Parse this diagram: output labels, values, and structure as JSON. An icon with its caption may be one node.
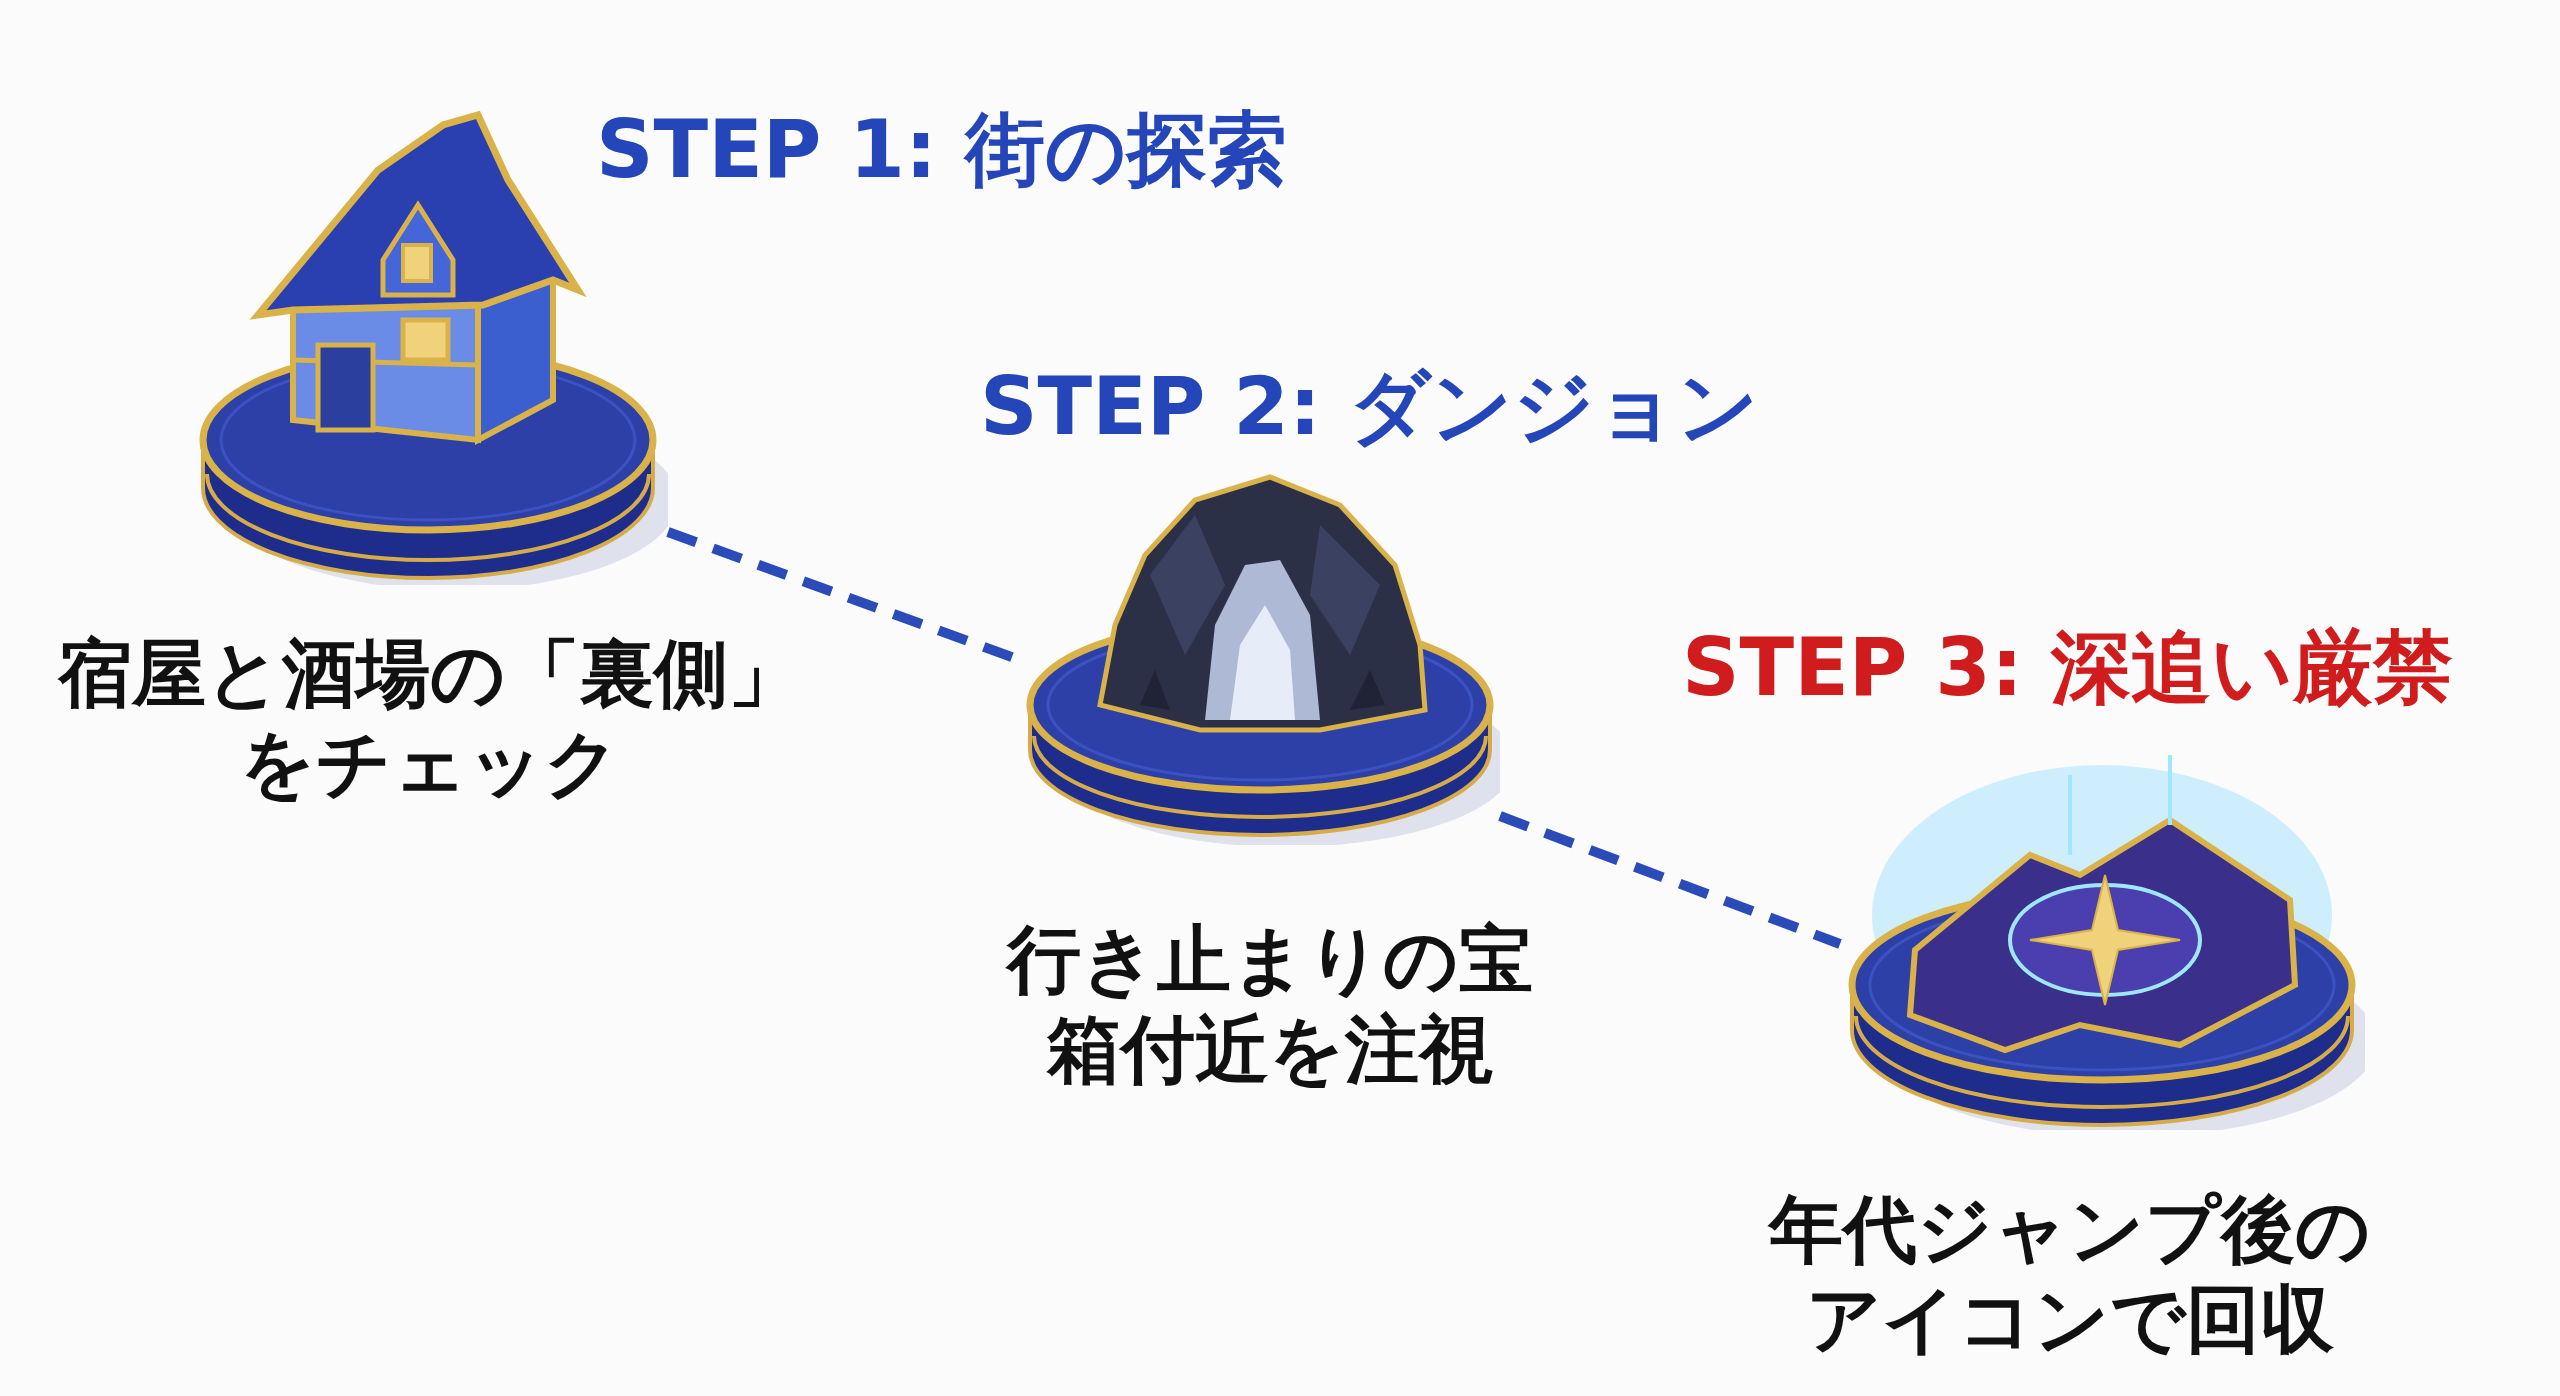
{
  "diagram": {
    "nodes": [
      {
        "text": [
          "STEP 1: 街の探索",
          "宿屋と酒場の「裏側」をチェック"
        ]
      },
      {
        "text": [
          "STEP 2: ダンジョン",
          "行き止まりの宝箱付近を注視"
        ]
      },
      {
        "text": [
          "STEP 3: 深追い厳禁",
          "年代ジャンプ後のアイコンで回収"
        ]
      }
    ],
    "edges": [
      {
        "from": 0,
        "to": 1,
        "arrow": "none",
        "style": "dashed"
      },
      {
        "from": 1,
        "to": 2,
        "arrow": "none",
        "style": "dashed"
      }
    ]
  }
}
